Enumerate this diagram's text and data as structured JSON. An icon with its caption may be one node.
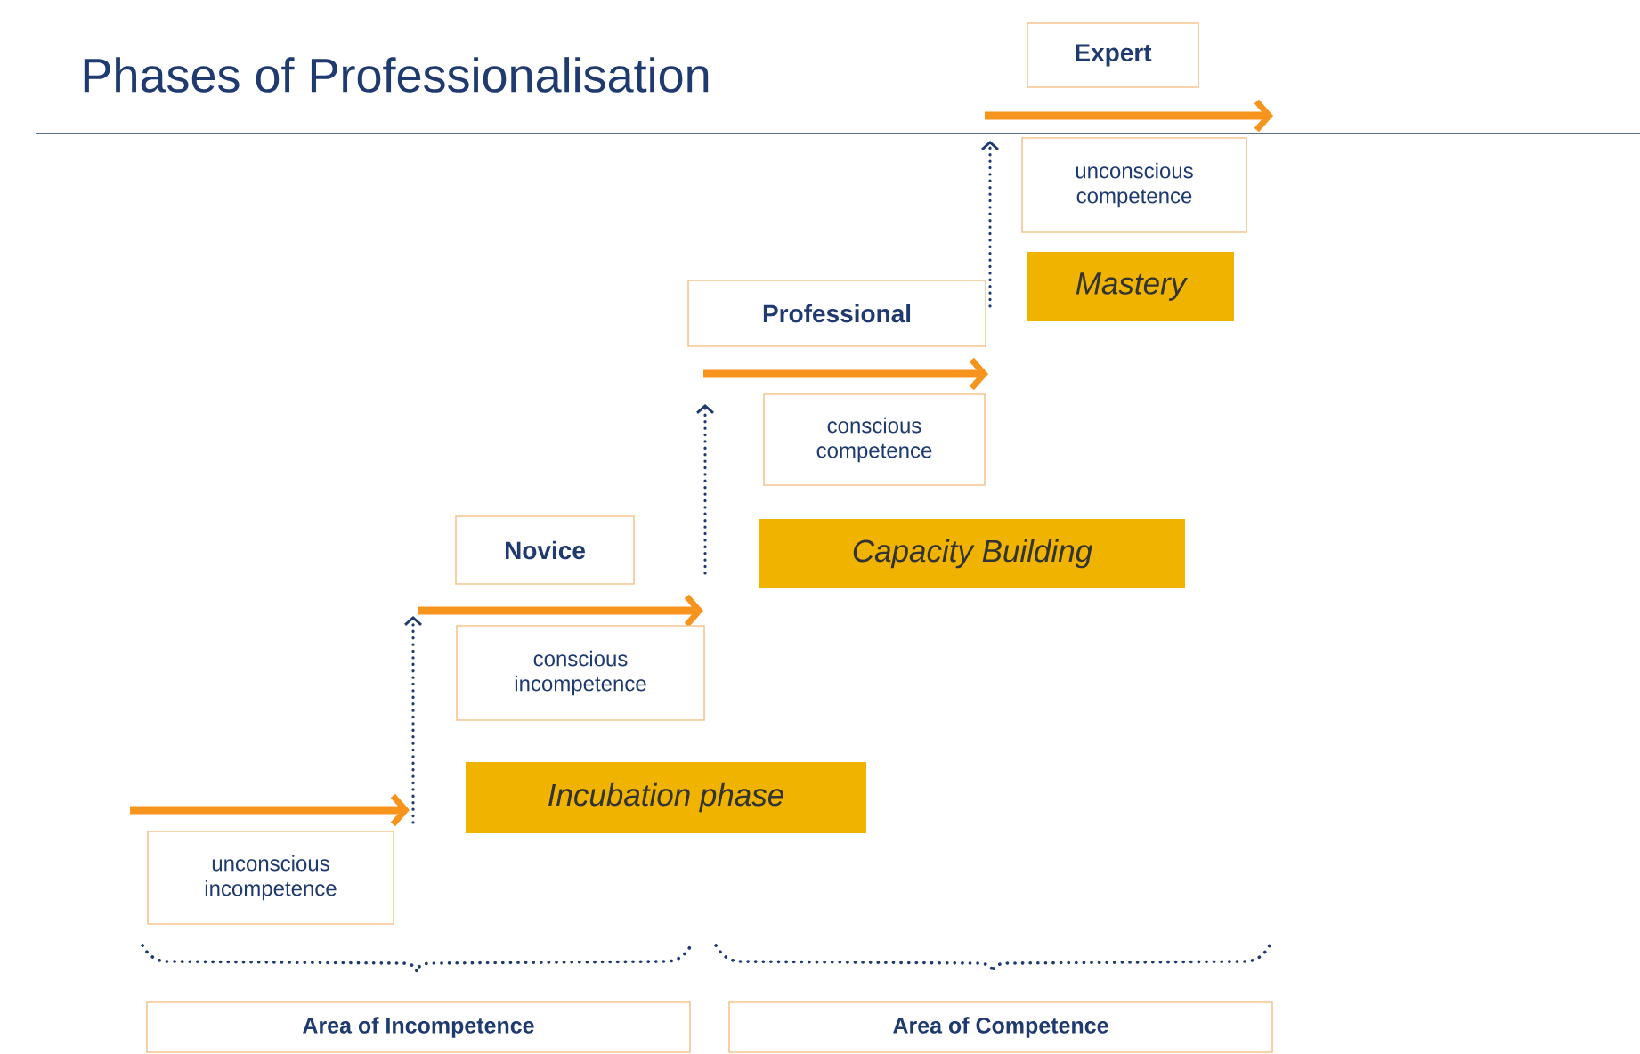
{
  "diagram": {
    "title": "Phases of Professionalisation",
    "nodes": [
      {
        "text": [
          "Expert"
        ]
      },
      {
        "text": [
          "unconscious competence"
        ]
      },
      {
        "text": [
          "Mastery"
        ]
      },
      {
        "text": [
          "Professional"
        ]
      },
      {
        "text": [
          "conscious competence"
        ]
      },
      {
        "text": [
          "Capacity Building"
        ]
      },
      {
        "text": [
          "Novice"
        ]
      },
      {
        "text": [
          "conscious incompetence"
        ]
      },
      {
        "text": [
          "Incubation phase"
        ]
      },
      {
        "text": [
          "unconscious incompetence"
        ]
      },
      {
        "text": [
          "Area of Incompetence"
        ]
      },
      {
        "text": [
          "Area of Competence"
        ]
      }
    ]
  }
}
